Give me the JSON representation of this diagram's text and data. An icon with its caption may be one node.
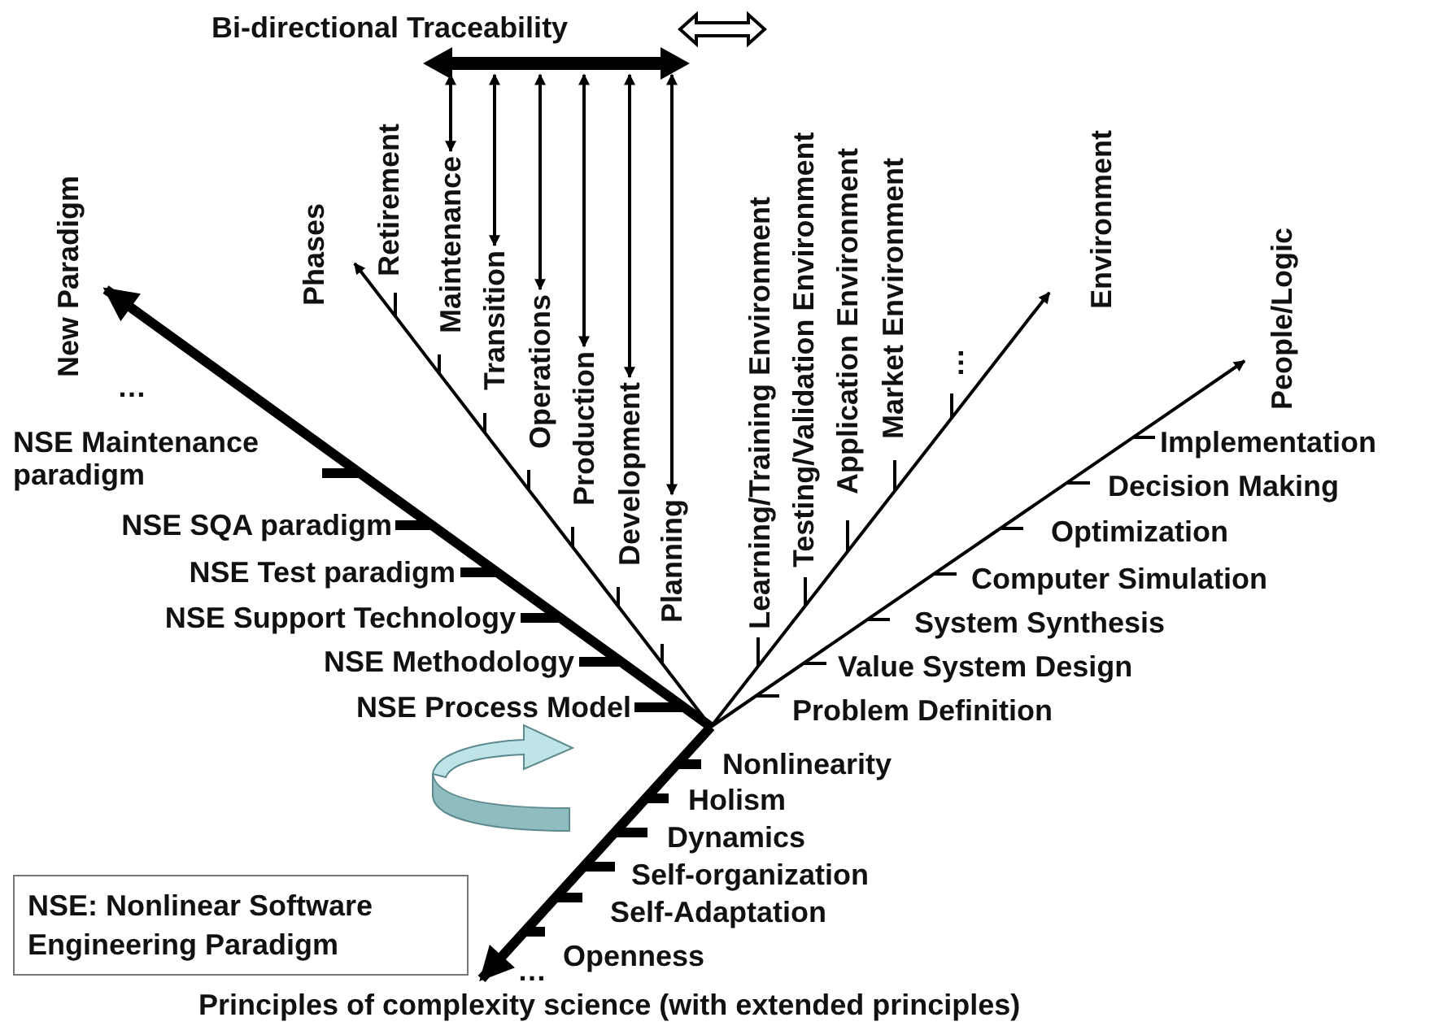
{
  "diagram": {
    "nodes": [
      {
        "text": [
          "New Paradigm"
        ]
      },
      {
        "text": [
          "Phases"
        ]
      },
      {
        "text": [],
        "shape": "bar"
      },
      {
        "text": [
          "Maintenance"
        ]
      },
      {
        "text": [
          "Transition"
        ]
      },
      {
        "text": [
          "Operations"
        ]
      },
      {
        "text": [
          "Production"
        ]
      },
      {
        "text": [
          "Development"
        ]
      },
      {
        "text": [
          "Planning"
        ]
      },
      {
        "text": [
          "Environment"
        ]
      },
      {
        "text": [
          "People/Logic"
        ]
      },
      {
        "text": [
          "Principles of complexity science (with extended principles)"
        ]
      },
      {
        "text": [
          "NSE: Nonlinear Software Engineering Paradigm"
        ]
      }
    ],
    "edges": [
      {
        "from": null,
        "to": 0,
        "arrow": "to",
        "style": "thick"
      },
      {
        "from": null,
        "to": 1,
        "arrow": "to"
      },
      {
        "from": null,
        "to": 9,
        "arrow": "to"
      },
      {
        "from": null,
        "to": 10,
        "arrow": "to"
      },
      {
        "from": null,
        "to": 11,
        "arrow": "to",
        "style": "thick"
      },
      {
        "from": 2,
        "to": 3,
        "arrow": "both"
      },
      {
        "from": 2,
        "to": 4,
        "arrow": "both"
      },
      {
        "from": 2,
        "to": 5,
        "arrow": "both"
      },
      {
        "from": 2,
        "to": 6,
        "arrow": "both"
      },
      {
        "from": 2,
        "to": 7,
        "arrow": "both"
      },
      {
        "from": 2,
        "to": 8,
        "arrow": "both"
      }
    ],
    "labels": [
      "Bi-directional Traceability",
      "…",
      "NSE Maintenance paradigm",
      "NSE SQA paradigm",
      "NSE Test paradigm",
      "NSE Support Technology",
      "NSE Methodology",
      "NSE Process Model",
      "Retirement",
      "Learning/Training Environment",
      "Testing/Validation Environment",
      "Application Environment",
      "Market Environment",
      "…",
      "Implementation",
      "Decision Making",
      "Optimization",
      "Computer Simulation",
      "System Synthesis",
      "Value System Design",
      "Problem Definition",
      "Nonlinearity",
      "Holism",
      "Dynamics",
      "Self-organization",
      "Self-Adaptation",
      "Openness",
      "…"
    ]
  }
}
